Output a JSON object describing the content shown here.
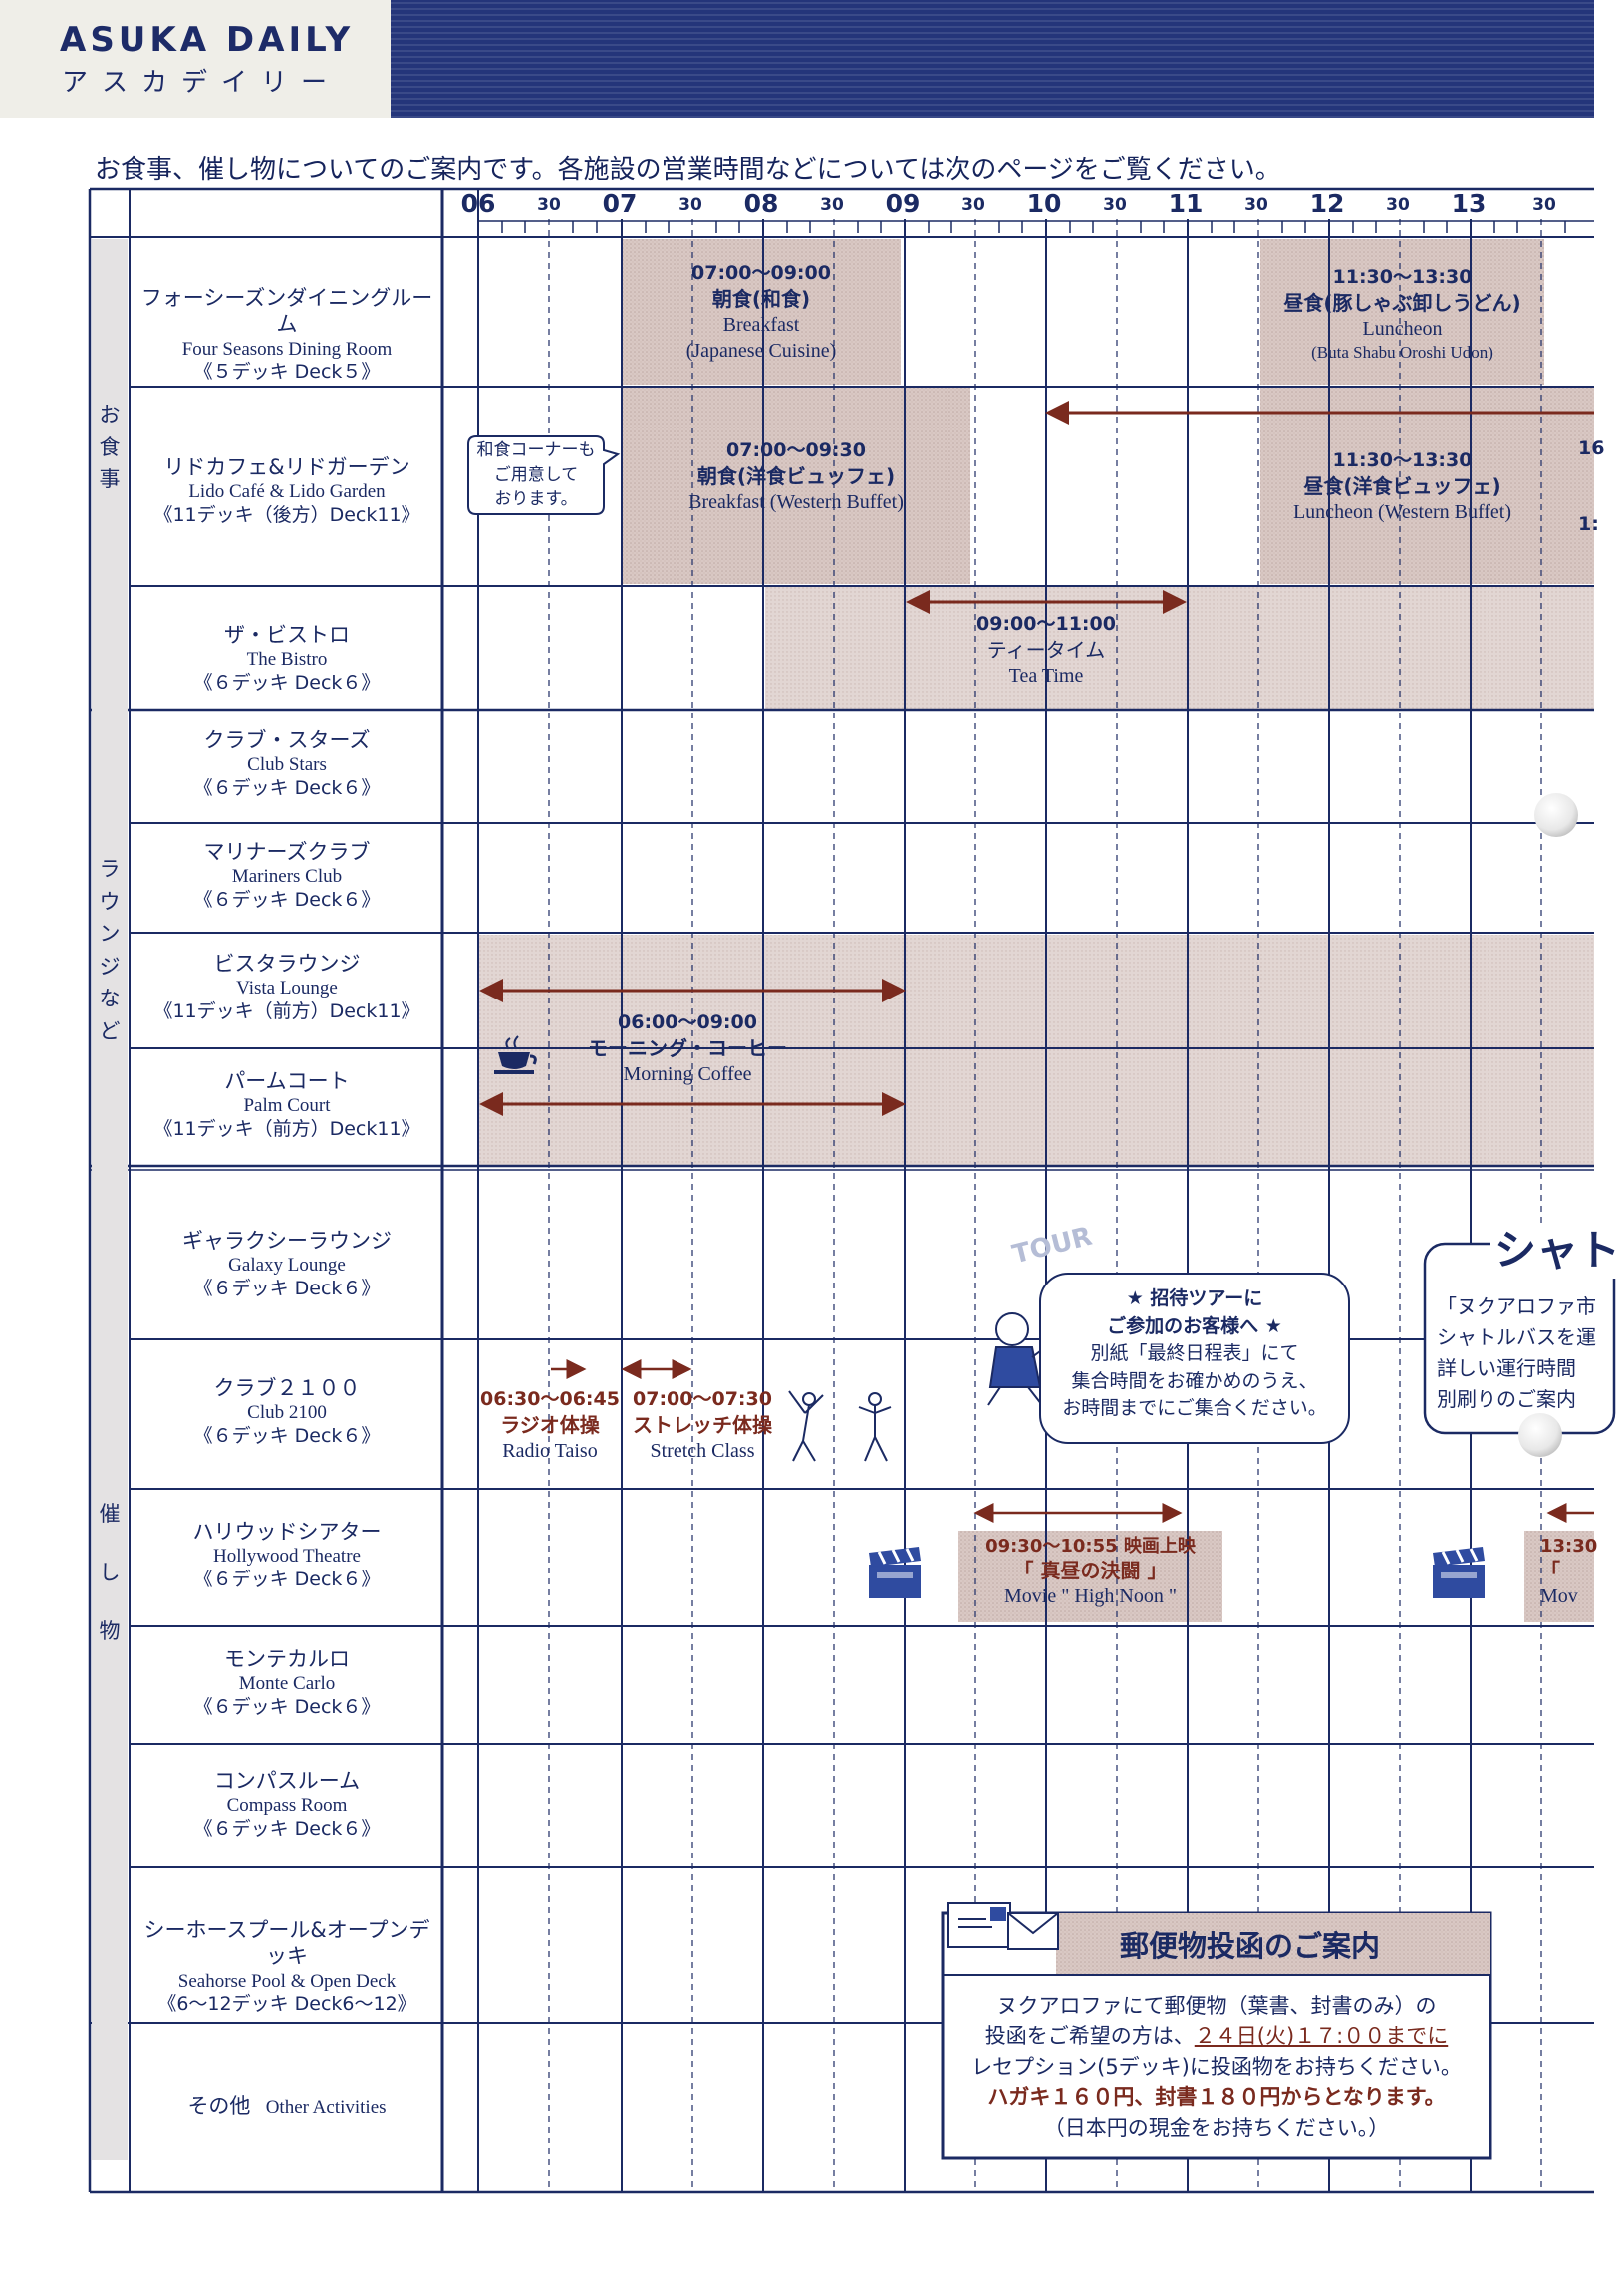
{
  "header": {
    "brand": "ASUKA DAILY",
    "brand_jp": "アスカデイリー"
  },
  "notice": "お食事、催し物についてのご案内です。各施設の営業時間などについては次のページをご覧ください。",
  "time_axis": {
    "hours": [
      "06",
      "07",
      "08",
      "09",
      "10",
      "11",
      "12",
      "13"
    ],
    "half_label": "30"
  },
  "categories": {
    "dining": "お食事",
    "lounge": "ラウンジなど",
    "events": "催し物"
  },
  "venues": [
    {
      "jp": "フォーシーズンダイニングルーム",
      "en": "Four Seasons Dining Room",
      "deck": "《５デッキ Deck５》"
    },
    {
      "jp": "リドカフェ&リドガーデン",
      "en": "Lido Café & Lido Garden",
      "deck": "《11デッキ（後方）Deck11》"
    },
    {
      "jp": "ザ・ビストロ",
      "en": "The Bistro",
      "deck": "《６デッキ Deck６》"
    },
    {
      "jp": "クラブ・スターズ",
      "en": "Club Stars",
      "deck": "《６デッキ Deck６》"
    },
    {
      "jp": "マリナーズクラブ",
      "en": "Mariners Club",
      "deck": "《６デッキ Deck６》"
    },
    {
      "jp": "ビスタラウンジ",
      "en": "Vista Lounge",
      "deck": "《11デッキ（前方）Deck11》"
    },
    {
      "jp": "パームコート",
      "en": "Palm Court",
      "deck": "《11デッキ（前方）Deck11》"
    },
    {
      "jp": "ギャラクシーラウンジ",
      "en": "Galaxy Lounge",
      "deck": "《６デッキ Deck６》"
    },
    {
      "jp": "クラブ２１００",
      "en": "Club 2100",
      "deck": "《６デッキ Deck６》"
    },
    {
      "jp": "ハリウッドシアター",
      "en": "Hollywood Theatre",
      "deck": "《６デッキ Deck６》"
    },
    {
      "jp": "モンテカルロ",
      "en": "Monte Carlo",
      "deck": "《６デッキ Deck６》"
    },
    {
      "jp": "コンパスルーム",
      "en": "Compass Room",
      "deck": "《６デッキ Deck６》"
    },
    {
      "jp": "シーホースプール&オープンデッキ",
      "en": "Seahorse Pool & Open Deck",
      "deck": "《6～12デッキ Deck6～12》"
    },
    {
      "jp": "その他",
      "en": "Other Activities",
      "deck": ""
    }
  ],
  "events": {
    "four_seasons_breakfast": {
      "time": "07:00～09:00",
      "jp": "朝食(和食)",
      "en1": "Breakfast",
      "en2": "(Japanese Cuisine)"
    },
    "four_seasons_lunch": {
      "time": "11:30～13:30",
      "jp": "昼食(豚しゃぶ卸しうどん)",
      "en1": "Luncheon",
      "en2": "(Buta Shabu Oroshi Udon)"
    },
    "lido_note": [
      "和食コーナーも",
      "ご用意して",
      "おります。"
    ],
    "lido_breakfast": {
      "time": "07:00～09:30",
      "jp": "朝食(洋食ビュッフェ)",
      "en1": "Breakfast (Western Buffet)"
    },
    "lido_lunch": {
      "time": "11:30～13:30",
      "jp": "昼食(洋食ビュッフェ)",
      "en1": "Luncheon (Western Buffet)"
    },
    "lido_cut_1": "16",
    "lido_cut_2": "1:",
    "bistro_tea": {
      "time": "09:00～11:00",
      "jp": "ティータイム",
      "en1": "Tea Time"
    },
    "morning_coffee": {
      "time": "06:00～09:00",
      "jp": "モーニング・コーヒー",
      "en1": "Morning  Coffee"
    },
    "radio_taiso": {
      "time": "06:30～06:45",
      "jp": "ラジオ体操",
      "en1": "Radio Taiso"
    },
    "stretch": {
      "time": "07:00～07:30",
      "jp": "ストレッチ体操",
      "en1": "Stretch Class"
    },
    "movie": {
      "time": "09:30～10:55 映画上映",
      "jp": "「 真昼の決闘 」",
      "en1": "Movie \" High Noon \""
    },
    "movie_cut": {
      "time": "13:30",
      "jp": "「",
      "en1": "Mov"
    }
  },
  "tour_notice": {
    "stamp": "TOUR",
    "lines": [
      "★ 招待ツアーに",
      "ご参加のお客様へ ★",
      "別紙「最終日程表」にて",
      "集合時間をお確かめのうえ、",
      "お時間までにご集合ください。"
    ]
  },
  "shuttle_notice": {
    "title": "シャト",
    "lines": [
      "「ヌクアロファ市",
      "シャトルバスを運",
      "詳しい運行時間",
      "別刷りのご案内"
    ]
  },
  "mail_notice": {
    "title": "郵便物投函のご案内",
    "line1": "ヌクアロファにて郵便物（葉書、封書のみ）の",
    "line2a": "投函をご希望の方は、",
    "line2b": "２４日(火)１７:００までに",
    "line3": "レセプション(5デッキ)に投函物をお持ちください。",
    "line4": "ハガキ１６０円、封書１８０円からとなります。",
    "line5": "（日本円の現金をお持ちください。）"
  }
}
